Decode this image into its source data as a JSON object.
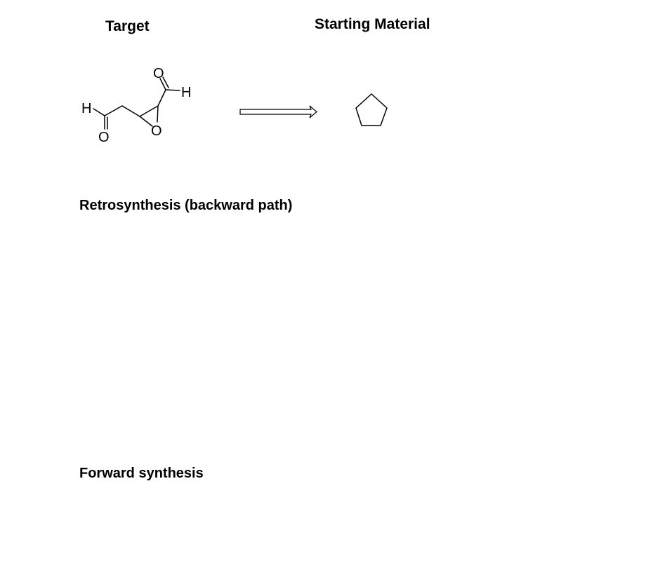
{
  "headings": {
    "target": "Target",
    "starting_material": "Starting Material",
    "retrosynthesis": "Retrosynthesis (backward path)",
    "forward": "Forward synthesis"
  },
  "target_molecule": {
    "atoms": {
      "H_left": "H",
      "O_left": "O",
      "O_epoxide": "O",
      "O_top": "O",
      "H_right": "H"
    }
  },
  "starting_material": {
    "ring": "cyclopentane"
  },
  "arrow": {
    "type": "retrosynthetic-open-arrow"
  }
}
